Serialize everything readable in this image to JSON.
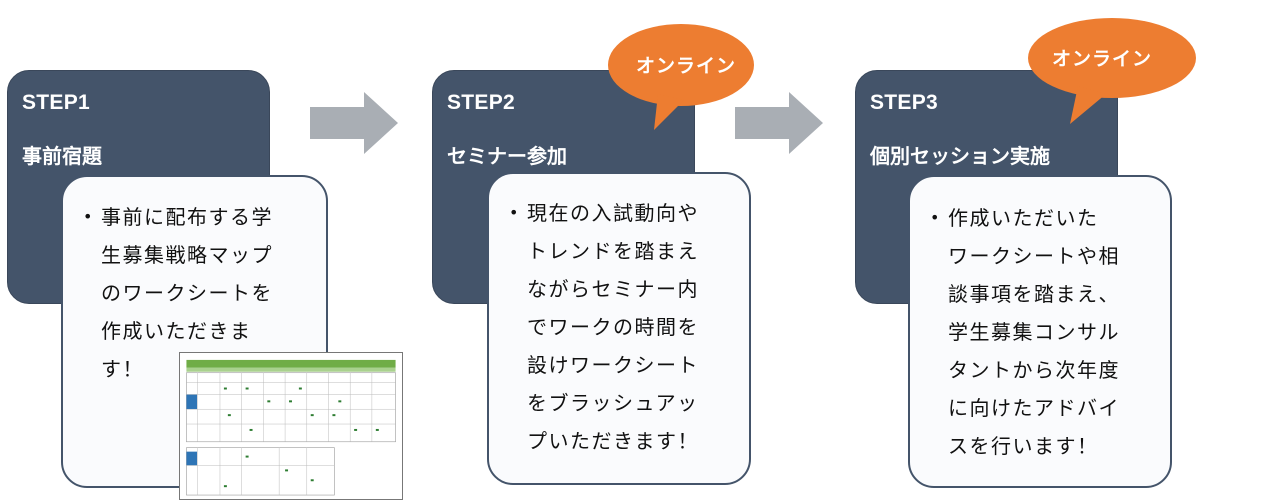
{
  "steps": [
    {
      "label": "STEP1",
      "title": "事前宿題",
      "description": [
        "事前に配布する学",
        "生募集戦略マップ",
        "のワークシートを",
        "作成いただきま",
        "す！"
      ]
    },
    {
      "label": "STEP2",
      "title": "セミナー参加",
      "badge": "オンライン",
      "description": [
        "現在の入試動向や",
        "トレンドを踏まえ",
        "ながらセミナー内",
        "でワークの時間を",
        "設けワークシート",
        "をブラッシュアッ",
        "プいただきます！"
      ]
    },
    {
      "label": "STEP3",
      "title": "個別セッション実施",
      "badge": "オンライン",
      "description": [
        "作成いただいた",
        "ワークシートや相",
        "談事項を踏まえ、",
        "学生募集コンサル",
        "タントから次年度",
        "に向けたアドバイ",
        "スを行います！"
      ]
    }
  ],
  "colors": {
    "card": "#44546a",
    "arrow": "#a9aeb4",
    "badge": "#ed7d31",
    "sheet_header": "#70ad47",
    "sheet_side": "#2e75b6"
  }
}
